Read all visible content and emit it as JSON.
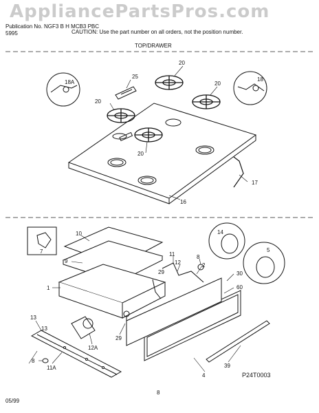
{
  "header": {
    "line1": "Publication No. NGF3 B H MCB3 PBC",
    "line2": "5995 ",
    "caution": "CAUTION:  Use the part number on all orders, not the position number."
  },
  "watermark": "AppliancePartsPros.com",
  "section_title": "TOP/DRAWER",
  "diagram_code": "P24T0003",
  "footer": {
    "date": "05/99",
    "page": "8"
  },
  "callouts": {
    "c18a": "18A",
    "c25": "25",
    "c20a": "20",
    "c20b": "20",
    "c20c": "20",
    "c20d": "20",
    "c18": "18",
    "c17": "17",
    "c16": "16",
    "c7": "7",
    "c10": "10",
    "c9": "9",
    "c1": "1",
    "c14": "14",
    "c5": "5",
    "c11": "11",
    "c12": "12",
    "c8": "8",
    "c2": "2",
    "c29a": "29",
    "c30": "30",
    "c60": "60",
    "c13a": "13",
    "c13b": "13",
    "c29b": "29",
    "c12a": "12A",
    "c8b": "8",
    "c11a": "11A",
    "c39": "39",
    "c4": "4"
  }
}
